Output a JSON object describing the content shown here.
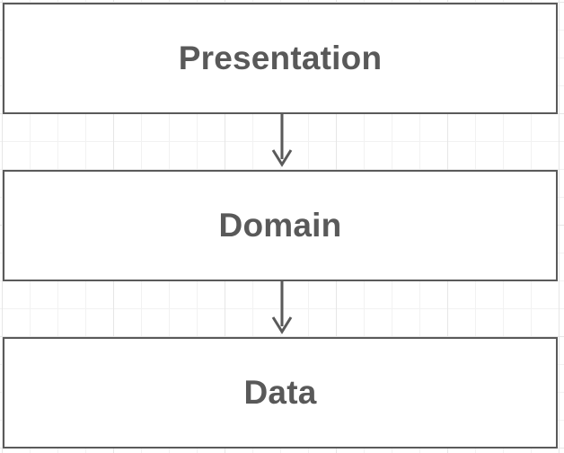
{
  "diagram": {
    "layers": [
      {
        "id": "presentation",
        "label": "Presentation"
      },
      {
        "id": "domain",
        "label": "Domain"
      },
      {
        "id": "data",
        "label": "Data"
      }
    ],
    "connections": [
      {
        "from": "presentation",
        "to": "domain"
      },
      {
        "from": "domain",
        "to": "data"
      }
    ],
    "colors": {
      "border": "#5a5a5a",
      "text": "#595959",
      "arrow": "#5a5a5a",
      "grid": "#e6e6e6",
      "background": "#ffffff"
    }
  }
}
